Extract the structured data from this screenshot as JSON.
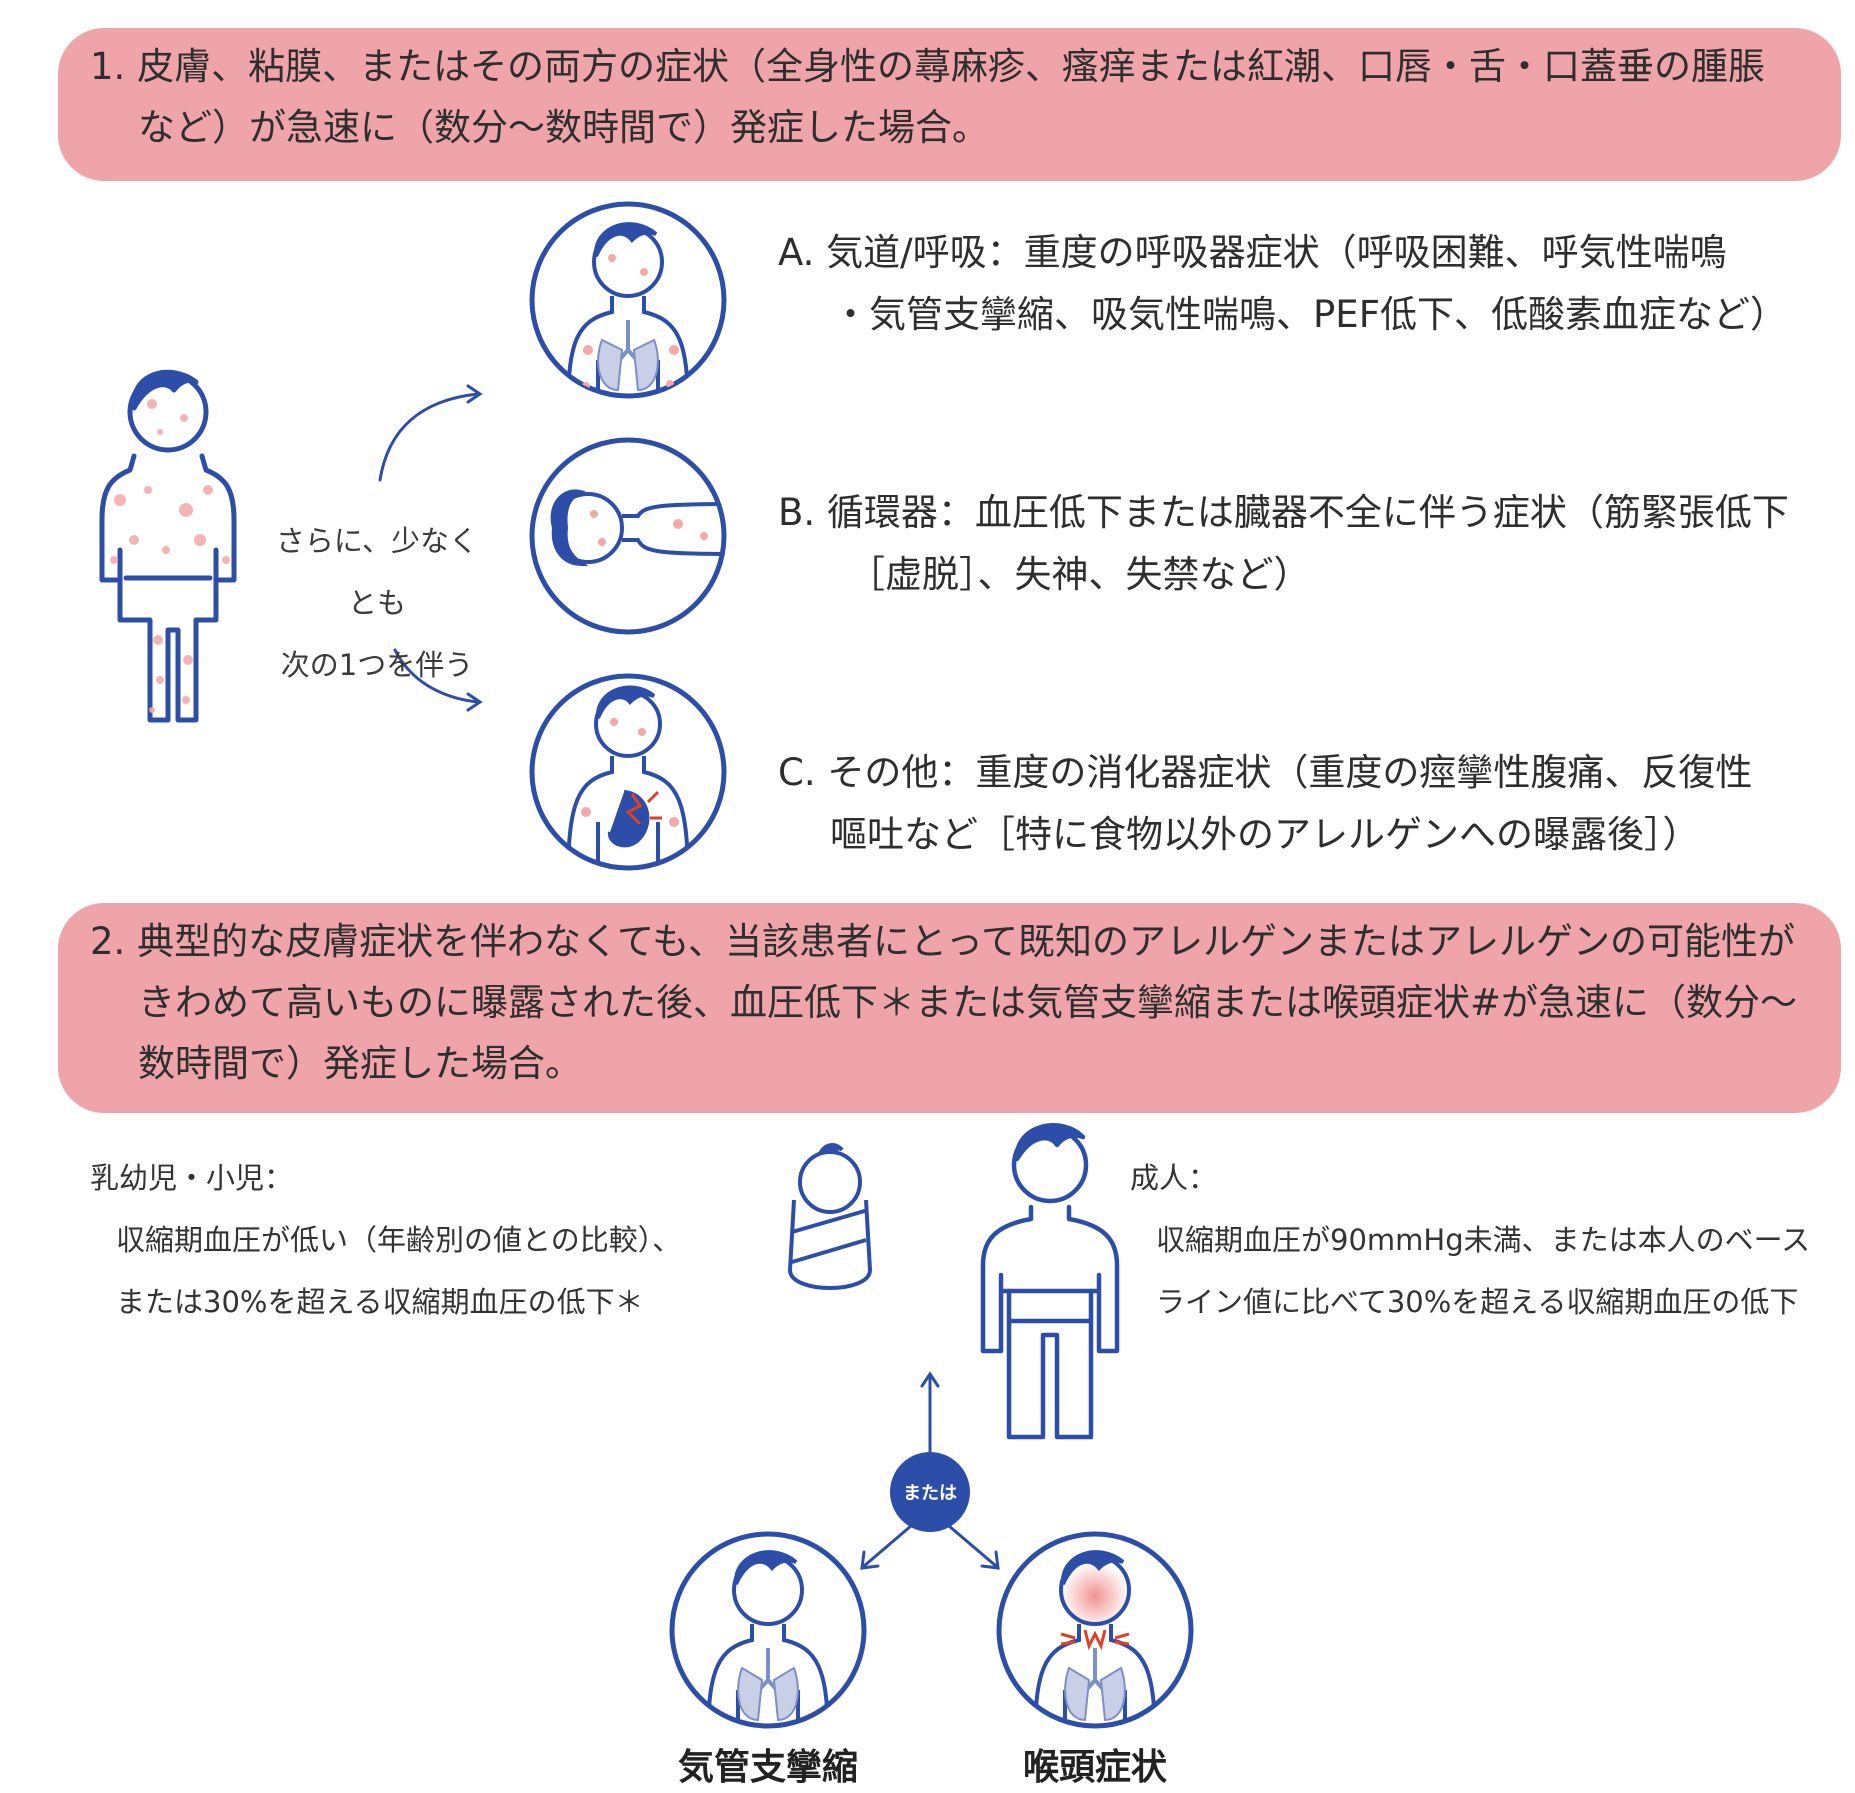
{
  "criterion1": {
    "line1": "1. 皮膚、粘膜、またはその両方の症状（全身性の蕁麻疹、瘙痒または紅潮、口唇・舌・口蓋垂の腫脹",
    "line2": "など）が急速に（数分～数時間で）発症した場合。"
  },
  "connector": {
    "line1": "さらに、少なくとも",
    "line2": "次の1つを伴う"
  },
  "sub_criteria": [
    {
      "line1": "A. 気道/呼吸：重度の呼吸器症状（呼吸困難、呼気性喘鳴",
      "line2": "・気管支攣縮、吸気性喘鳴、PEF低下、低酸素血症など）"
    },
    {
      "line1": "B. 循環器：血圧低下または臓器不全に伴う症状（筋緊張低下",
      "line2": "［虚脱］、失神、失禁など）"
    },
    {
      "line1": "C. その他：重度の消化器症状（重度の痙攣性腹痛、反復性",
      "line2": "嘔吐など［特に食物以外のアレルゲンへの曝露後］）"
    }
  ],
  "criterion2": {
    "line1": "2. 典型的な皮膚症状を伴わなくても、当該患者にとって既知のアレルゲンまたはアレルゲンの可能性が",
    "line2": "きわめて高いものに曝露された後、血圧低下＊または気管支攣縮または喉頭症状#が急速に（数分～",
    "line3": "数時間で）発症した場合。"
  },
  "children": {
    "heading": "乳幼児・小児：",
    "line1": "収縮期血圧が低い（年齢別の値との比較）、",
    "line2": "または30%を超える収縮期血圧の低下＊"
  },
  "adults": {
    "heading": "成人：",
    "line1": "収縮期血圧が90mmHg未満、または本人のベース",
    "line2": "ライン値に比べて30%を超える収縮期血圧の低下"
  },
  "or_badge": "または",
  "captions": {
    "bronchospasm": "気管支攣縮",
    "laryngeal": "喉頭症状"
  },
  "colors": {
    "banner": "#eea4a9",
    "figure_stroke": "#2d4ea8",
    "rash": "#f0a0a0",
    "badge": "#2d4ea8"
  }
}
